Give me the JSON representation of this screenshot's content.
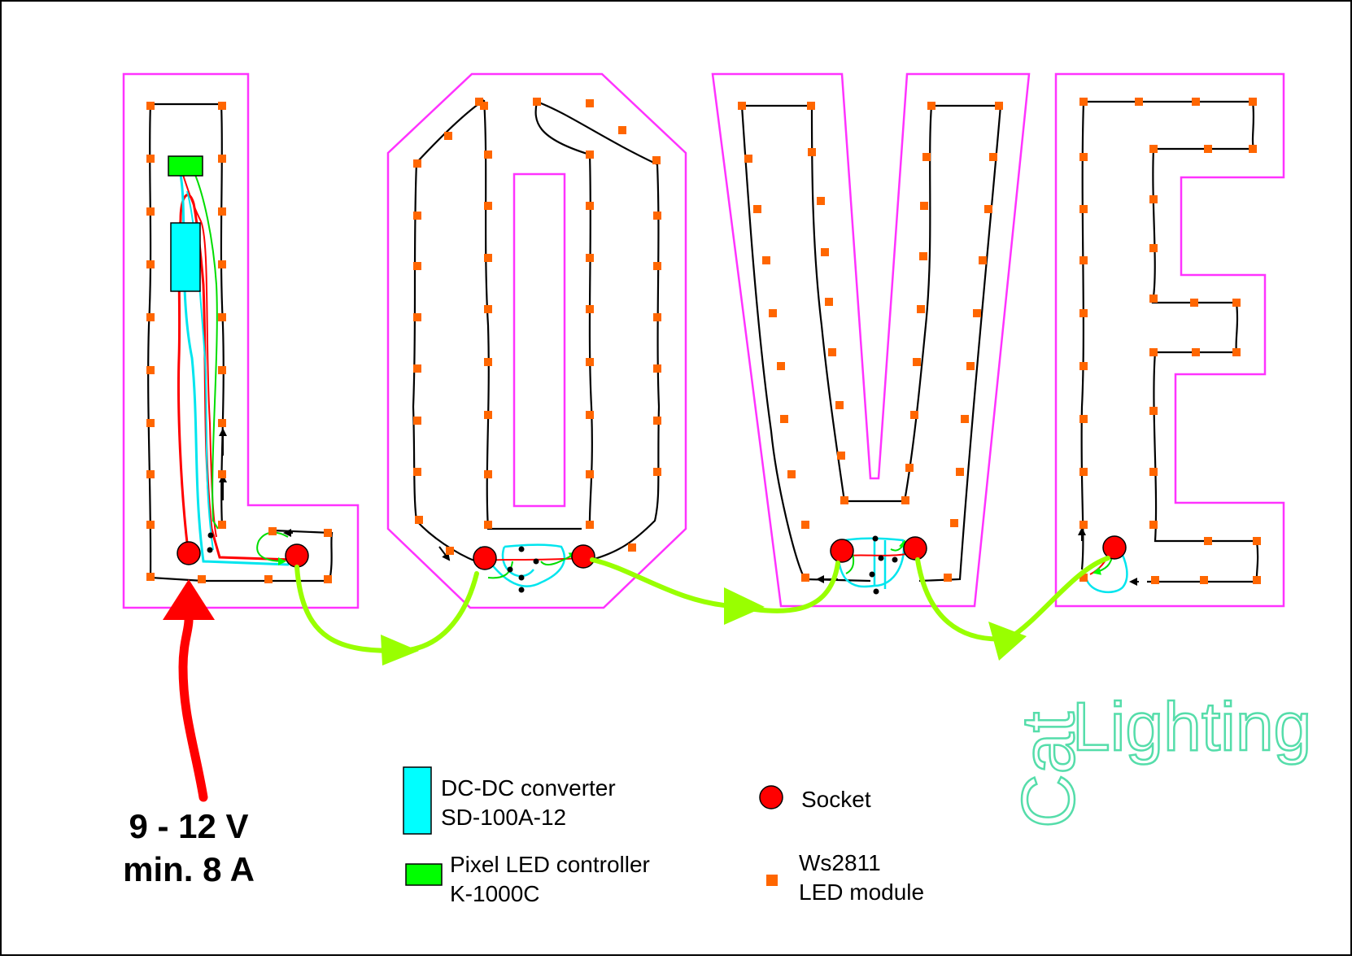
{
  "power": {
    "voltage_label": "9 - 12 V",
    "current_label": "min. 8 A"
  },
  "legend": {
    "converter_line1": "DC-DC converter",
    "converter_line2": "SD-100A-12",
    "controller_line1": "Pixel LED controller",
    "controller_line2": "K-1000C",
    "socket_label": "Socket",
    "module_line1": "Ws2811",
    "module_line2": "LED module"
  },
  "logo": {
    "word1": "Cat",
    "word2": "Lighting"
  },
  "colors": {
    "letter_outline": "#ff33ff",
    "led_module": "#ff6600",
    "socket": "#ff0000",
    "converter": "#00ffff",
    "controller": "#00ff00",
    "data_arrow": "#99ff00",
    "power_arrow": "#ff0000",
    "wire": "#000000",
    "logo": "#55ddaa"
  }
}
